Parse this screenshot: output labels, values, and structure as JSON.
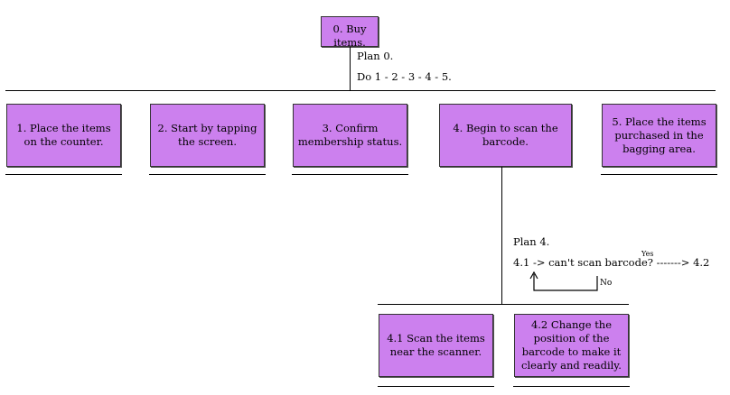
{
  "root": {
    "label": "0. Buy items.",
    "plan_title": "Plan 0.",
    "plan_text": "Do 1 - 2 - 3 - 4 - 5."
  },
  "tasks": [
    {
      "label": "1. Place the items on the counter."
    },
    {
      "label": "2. Start by tapping the screen."
    },
    {
      "label": "3. Confirm membership status."
    },
    {
      "label": "4. Begin to scan the barcode."
    },
    {
      "label": "5. Place the items purchased in the bagging area."
    }
  ],
  "plan4": {
    "title": "Plan 4.",
    "text": "4.1 -> can't scan barcode? -------> 4.2",
    "yes": "Yes",
    "no": "No"
  },
  "subtasks": [
    {
      "label": "4.1 Scan the items near the scanner."
    },
    {
      "label": "4.2 Change the position of the barcode to make it clearly and readily."
    }
  ]
}
